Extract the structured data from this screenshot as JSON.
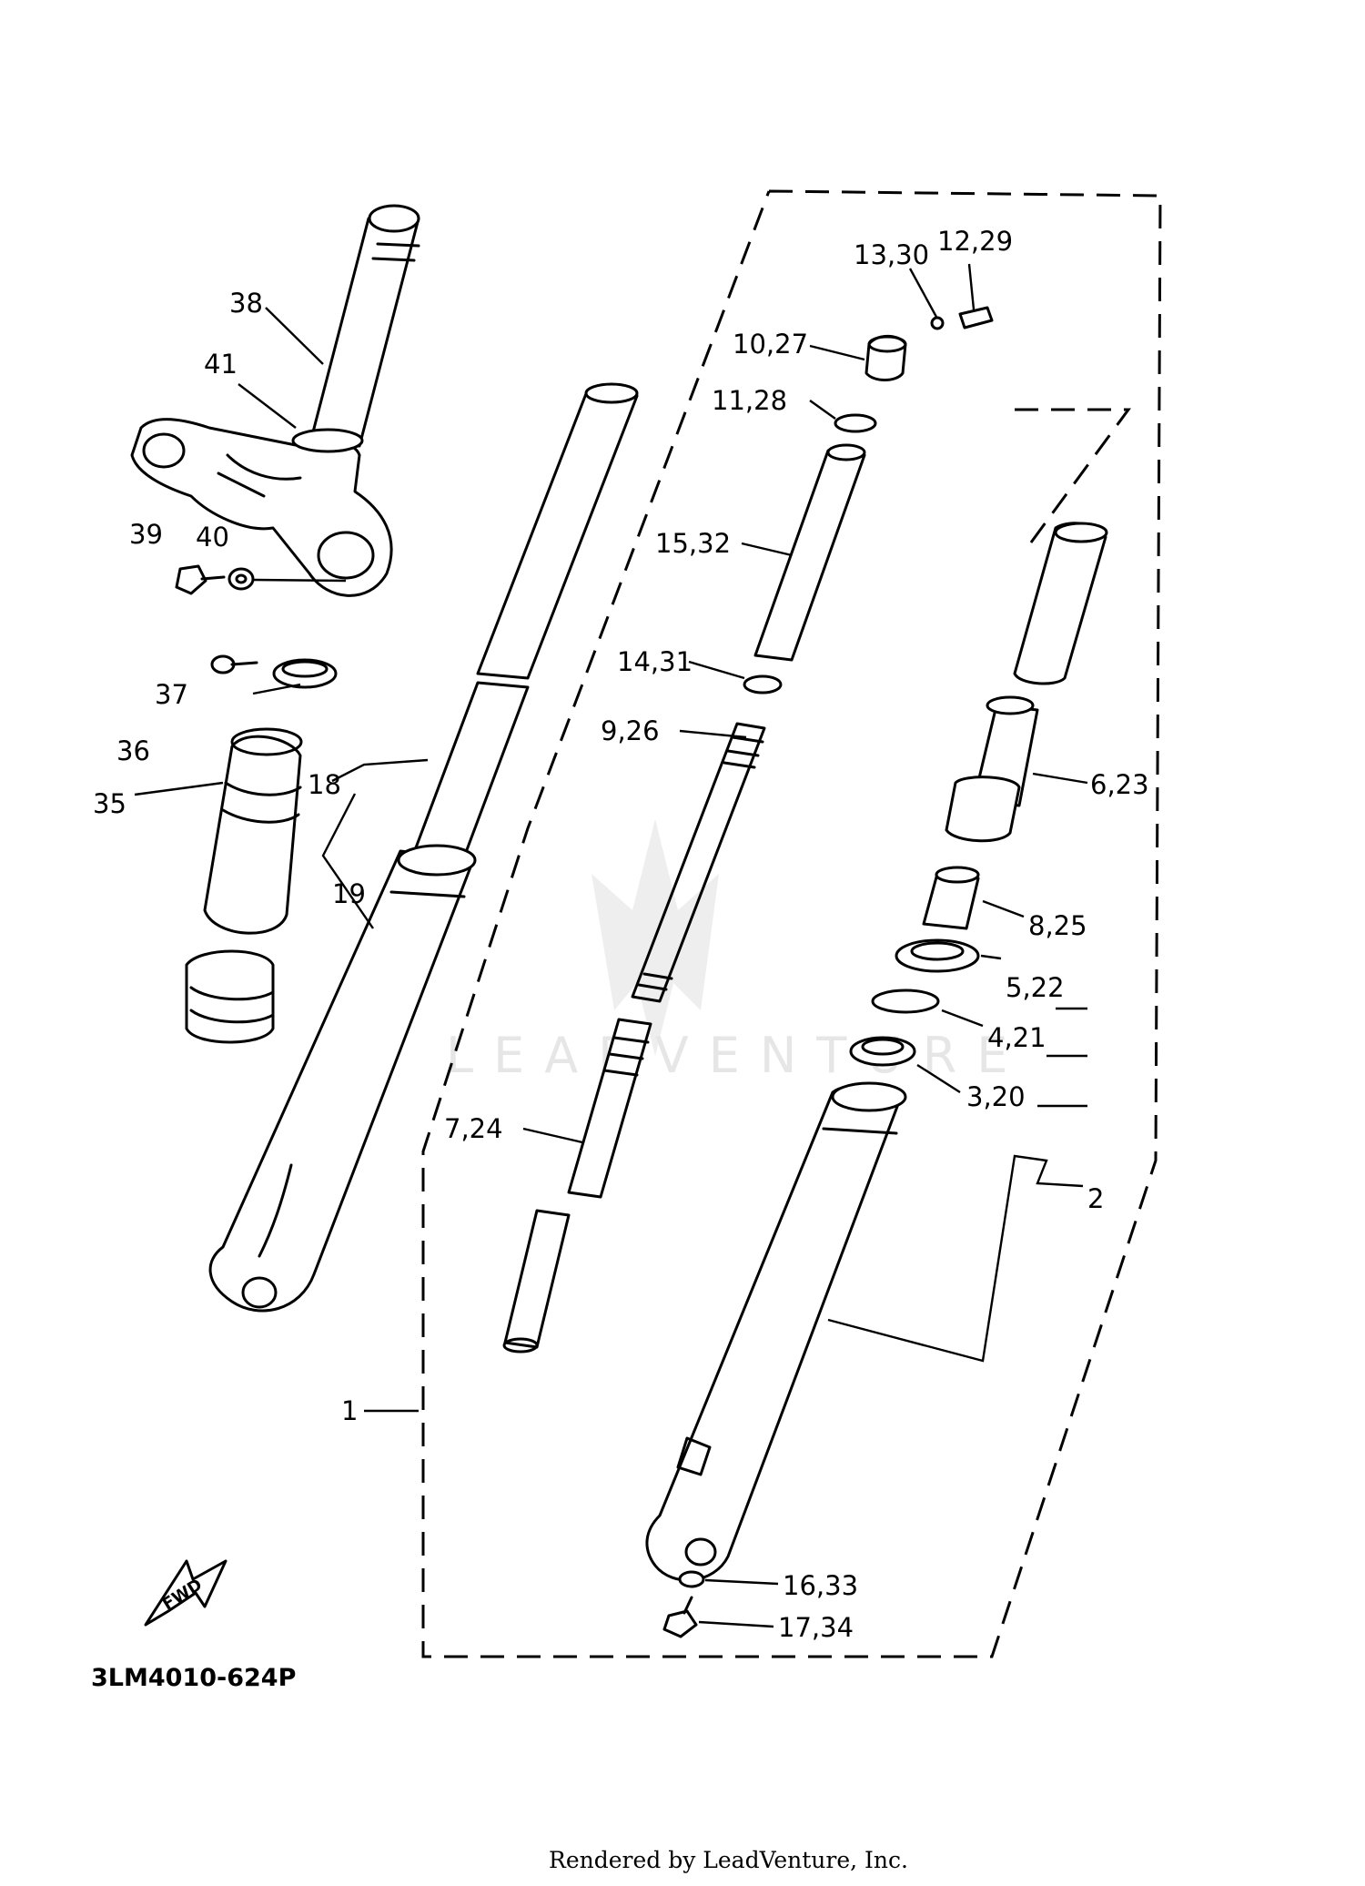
{
  "diagram_code": "3LM4010-624P",
  "credit": "Rendered by LeadVenture, Inc.",
  "watermark": "LEADVENTURE",
  "direction_label": "FWD",
  "callouts": [
    {
      "id": "c38",
      "text": "38"
    },
    {
      "id": "c41",
      "text": "41"
    },
    {
      "id": "c39",
      "text": "39"
    },
    {
      "id": "c40",
      "text": "40"
    },
    {
      "id": "c37",
      "text": "37"
    },
    {
      "id": "c36",
      "text": "36"
    },
    {
      "id": "c35",
      "text": "35"
    },
    {
      "id": "c18",
      "text": "18"
    },
    {
      "id": "c19",
      "text": "19"
    },
    {
      "id": "c1",
      "text": "1"
    },
    {
      "id": "c2",
      "text": "2"
    },
    {
      "id": "c13_30",
      "text": "13,30"
    },
    {
      "id": "c12_29",
      "text": "12,29"
    },
    {
      "id": "c10_27",
      "text": "10,27"
    },
    {
      "id": "c11_28",
      "text": "11,28"
    },
    {
      "id": "c15_32",
      "text": "15,32"
    },
    {
      "id": "c14_31",
      "text": "14,31"
    },
    {
      "id": "c9_26",
      "text": "9,26"
    },
    {
      "id": "c7_24",
      "text": "7,24"
    },
    {
      "id": "c6_23",
      "text": "6,23"
    },
    {
      "id": "c8_25",
      "text": "8,25"
    },
    {
      "id": "c5_22",
      "text": "5,22"
    },
    {
      "id": "c4_21",
      "text": "4,21"
    },
    {
      "id": "c3_20",
      "text": "3,20"
    },
    {
      "id": "c16_33",
      "text": "16,33"
    },
    {
      "id": "c17_34",
      "text": "17,34"
    }
  ]
}
